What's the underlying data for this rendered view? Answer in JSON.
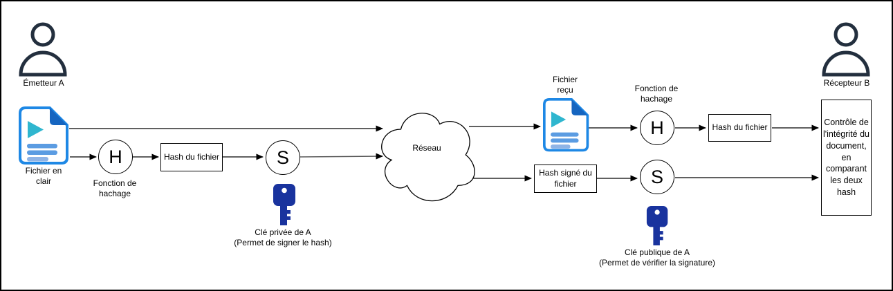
{
  "colors": {
    "person": "#232f3e",
    "file_border": "#1e88e5",
    "file_fold": "#1565c0",
    "file_play": "#2fb6cf",
    "file_line": "#5b9ce2",
    "file_line_light": "#8fb4e6",
    "key": "#19339e",
    "line": "#000000",
    "line_gray": "#595959"
  },
  "sender": {
    "person_label": "Émetteur A",
    "file_label": "Fichier en clair",
    "hash_fn_label": "Fonction de hachage",
    "h_letter": "H",
    "s_letter": "S",
    "hash_box_label": "Hash du fichier",
    "key_label": "Clé privée de A",
    "key_sub_label": "(Permet de signer le hash)"
  },
  "network": {
    "label": "Réseau"
  },
  "receiver": {
    "person_label": "Récepteur B",
    "file_label": "Fichier reçu",
    "hash_fn_label": "Fonction de hachage",
    "h_letter": "H",
    "s_letter": "S",
    "hash_box_label": "Hash du fichier",
    "signed_box_label": "Hash signé du fichier",
    "key_label": "Clé publique de A",
    "key_sub_label": "(Permet de vérifier la signature)",
    "control_box_label": "Contrôle de l'intégrité du document, en comparant les deux hash"
  }
}
